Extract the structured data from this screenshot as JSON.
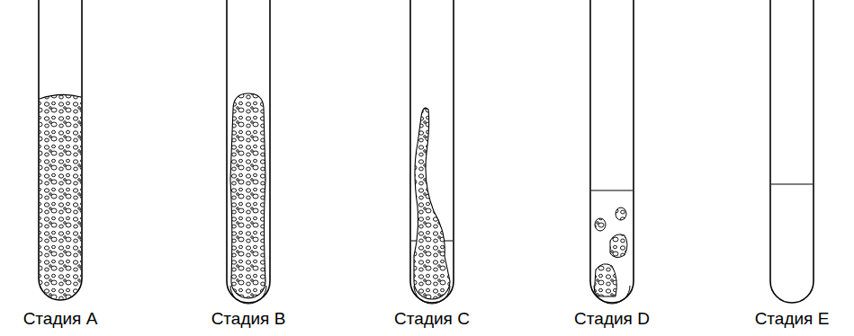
{
  "diagram": {
    "labels": [
      "Стадия A",
      "Стадия B",
      "Стадия C",
      "Стадия D",
      "Стадия E"
    ]
  }
}
